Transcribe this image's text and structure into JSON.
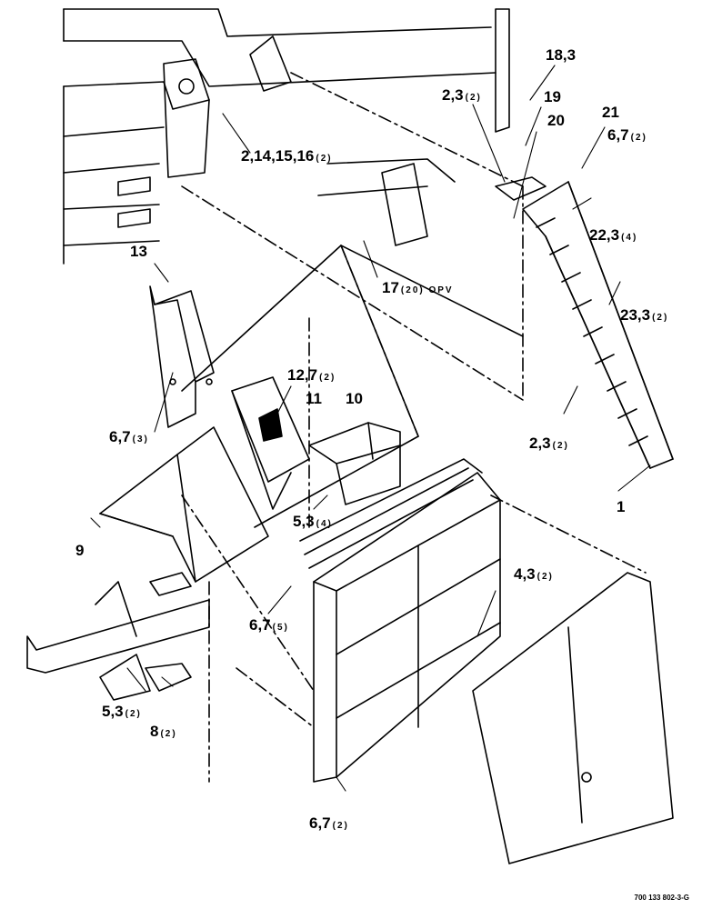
{
  "figure_code": "700 133 802-3-G",
  "callouts": {
    "c18_3": {
      "main": "18,3",
      "qty": ""
    },
    "c19": {
      "main": "19",
      "qty": ""
    },
    "c2_3_top": {
      "main": "2,3",
      "qty": "(2)"
    },
    "c20": {
      "main": "20",
      "qty": ""
    },
    "c21": {
      "main": "21",
      "qty": ""
    },
    "c6_7_top": {
      "main": "6,7",
      "qty": "(2)"
    },
    "c2_14": {
      "main": "2,14,15,16",
      "qty": "(2)"
    },
    "c22_3": {
      "main": "22,3",
      "qty": "(4)"
    },
    "c13": {
      "main": "13",
      "qty": ""
    },
    "c17": {
      "main": "17",
      "qty": "(20) OPV"
    },
    "c23_3": {
      "main": "23,3",
      "qty": "(2)"
    },
    "c12_7": {
      "main": "12,7",
      "qty": "(2)"
    },
    "c11": {
      "main": "11",
      "qty": ""
    },
    "c10": {
      "main": "10",
      "qty": ""
    },
    "c6_7_3": {
      "main": "6,7",
      "qty": "(3)"
    },
    "c2_3_low": {
      "main": "2,3",
      "qty": "(2)"
    },
    "c1": {
      "main": "1",
      "qty": ""
    },
    "c5_3_4": {
      "main": "5,3",
      "qty": "(4)"
    },
    "c9": {
      "main": "9",
      "qty": ""
    },
    "c4_3": {
      "main": "4,3",
      "qty": "(2)"
    },
    "c6_7_5": {
      "main": "6,7",
      "qty": "(5)"
    },
    "c5_3_2": {
      "main": "5,3",
      "qty": "(2)"
    },
    "c8": {
      "main": "8",
      "qty": "(2)"
    },
    "c6_7_bottom": {
      "main": "6,7",
      "qty": "(2)"
    }
  }
}
